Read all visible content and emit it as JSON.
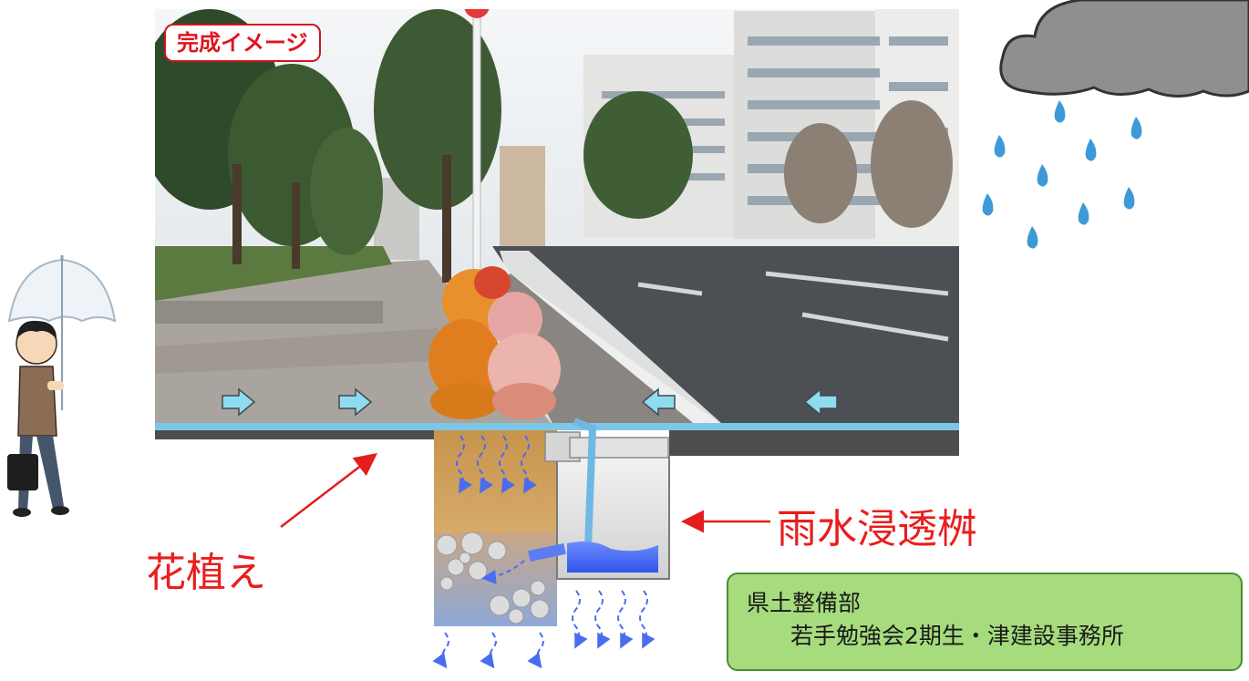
{
  "photo_label": "完成イメージ",
  "flower_label": "花植え",
  "basin_label": "雨水浸透桝",
  "credit": {
    "line1": "県土整備部",
    "line2": "若手勉強会2期生・津建設事務所"
  },
  "colors": {
    "label_red": "#e0141e",
    "water_line": "#7cc7e6",
    "water_fill": "#3a5cf0",
    "credit_bg": "#a6dc7e",
    "soil": "#c79a55",
    "cloud": "#8c8c8c",
    "rain": "#3d9ad6"
  },
  "icons": [
    "umbrella-person-icon",
    "rain-cloud-icon",
    "raindrop-icon",
    "flow-arrow-icon"
  ]
}
